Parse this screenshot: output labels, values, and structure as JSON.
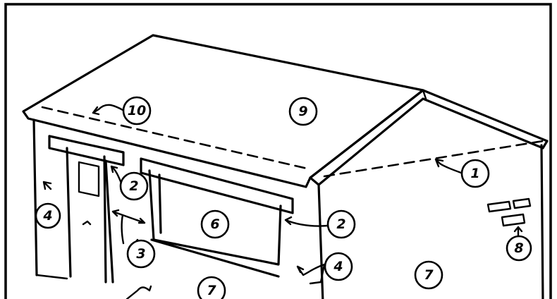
{
  "callouts": [
    {
      "id": "c10",
      "label": "10"
    },
    {
      "id": "c9",
      "label": "9"
    },
    {
      "id": "c1",
      "label": "1"
    },
    {
      "id": "c2a",
      "label": "2"
    },
    {
      "id": "c2b",
      "label": "2"
    },
    {
      "id": "c8",
      "label": "8"
    },
    {
      "id": "c6",
      "label": "6"
    },
    {
      "id": "c4a",
      "label": "4"
    },
    {
      "id": "c4b",
      "label": "4"
    },
    {
      "id": "c3",
      "label": "3"
    },
    {
      "id": "c7a",
      "label": "7"
    },
    {
      "id": "c7b",
      "label": "7"
    }
  ]
}
